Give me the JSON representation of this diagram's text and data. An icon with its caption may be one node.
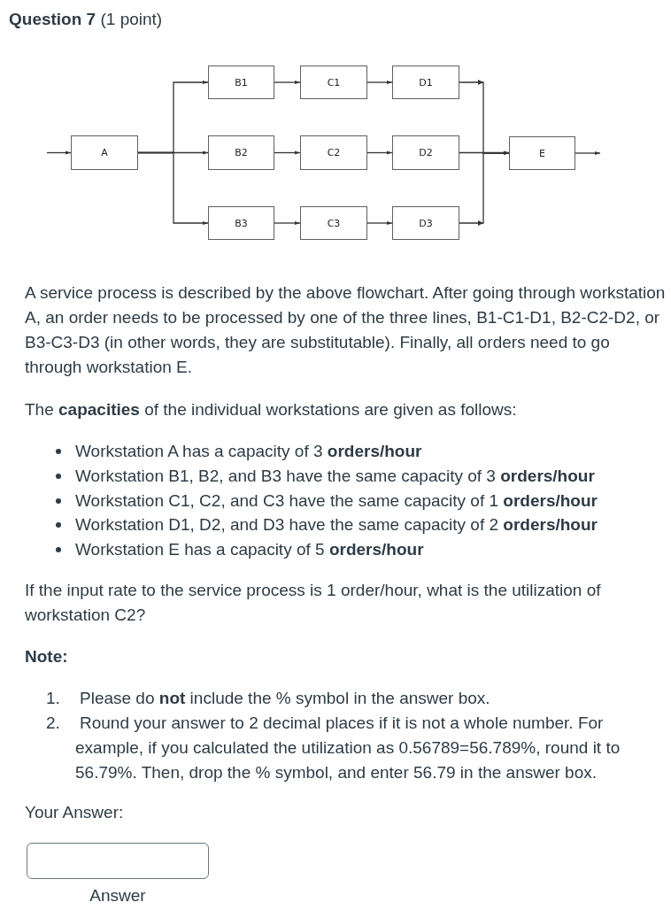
{
  "diagram": {
    "title": "**Question 7** (1 point)",
    "nodes": [
      {
        "text": [
          "B1"
        ]
      },
      {
        "text": [
          "C1"
        ]
      },
      {
        "text": [
          "D1"
        ]
      },
      {
        "text": [
          "A"
        ]
      },
      {
        "text": [
          "B2"
        ]
      },
      {
        "text": [
          "C2"
        ]
      },
      {
        "text": [
          "D2"
        ]
      },
      {
        "text": [
          "E"
        ]
      },
      {
        "text": [
          "B3"
        ]
      },
      {
        "text": [
          "C3"
        ]
      },
      {
        "text": [
          "D3"
        ]
      }
    ],
    "edges": [
      {
        "from": null,
        "to": 3,
        "arrow": "to"
      },
      {
        "from": 3,
        "to": 0,
        "arrow": "to"
      },
      {
        "from": 3,
        "to": 4,
        "arrow": "to"
      },
      {
        "from": 3,
        "to": 8,
        "arrow": "to"
      },
      {
        "from": 0,
        "to": 1,
        "arrow": "to"
      },
      {
        "from": 1,
        "to": 2,
        "arrow": "to"
      },
      {
        "from": 4,
        "to": 5,
        "arrow": "to"
      },
      {
        "from": 5,
        "to": 6,
        "arrow": "to"
      },
      {
        "from": 8,
        "to": 9,
        "arrow": "to"
      },
      {
        "from": 9,
        "to": 10,
        "arrow": "to"
      },
      {
        "from": 2,
        "to": 7,
        "arrow": "to"
      },
      {
        "from": 6,
        "to": 7,
        "arrow": "to"
      },
      {
        "from": 10,
        "to": 7,
        "arrow": "to"
      },
      {
        "from": 7,
        "to": null,
        "arrow": "to"
      }
    ],
    "labels": [
      "A service process is described by the above flowchart. After going through workstation A, an order needs to be processed by one of the three lines, B1-C1-D1, B2-C2-D2, or B3-C3-D3 (in other words, they are substitutable). Finally, all orders need to go through workstation E.",
      "The **capacities** of the individual workstations are given as follows:",
      "Workstation A has a capacity of 3 **orders/hour**",
      "Workstation B1, B2, and B3 have the same capacity of 3 **orders/hour**",
      "Workstation C1, C2, and C3 have the same capacity of 1 **orders/hour**",
      "Workstation D1, D2, and D3 have the same capacity of 2 **orders/hour**",
      "Workstation E has a capacity of 5 **orders/hour**",
      "If the input rate to the service process is 1 order/hour, what is the utilization of workstation C2?",
      "Note:",
      "1.",
      "Please do **not** include the % symbol in the answer box.",
      "2.",
      "Round your answer to 2 decimal places if it is not a whole number. For example, if you calculated the utilization as 0.56789=56.789%, round it to 56.79%. Then, drop the % symbol, and enter 56.79 in the answer box.",
      "Your Answer:",
      "Answer"
    ]
  }
}
